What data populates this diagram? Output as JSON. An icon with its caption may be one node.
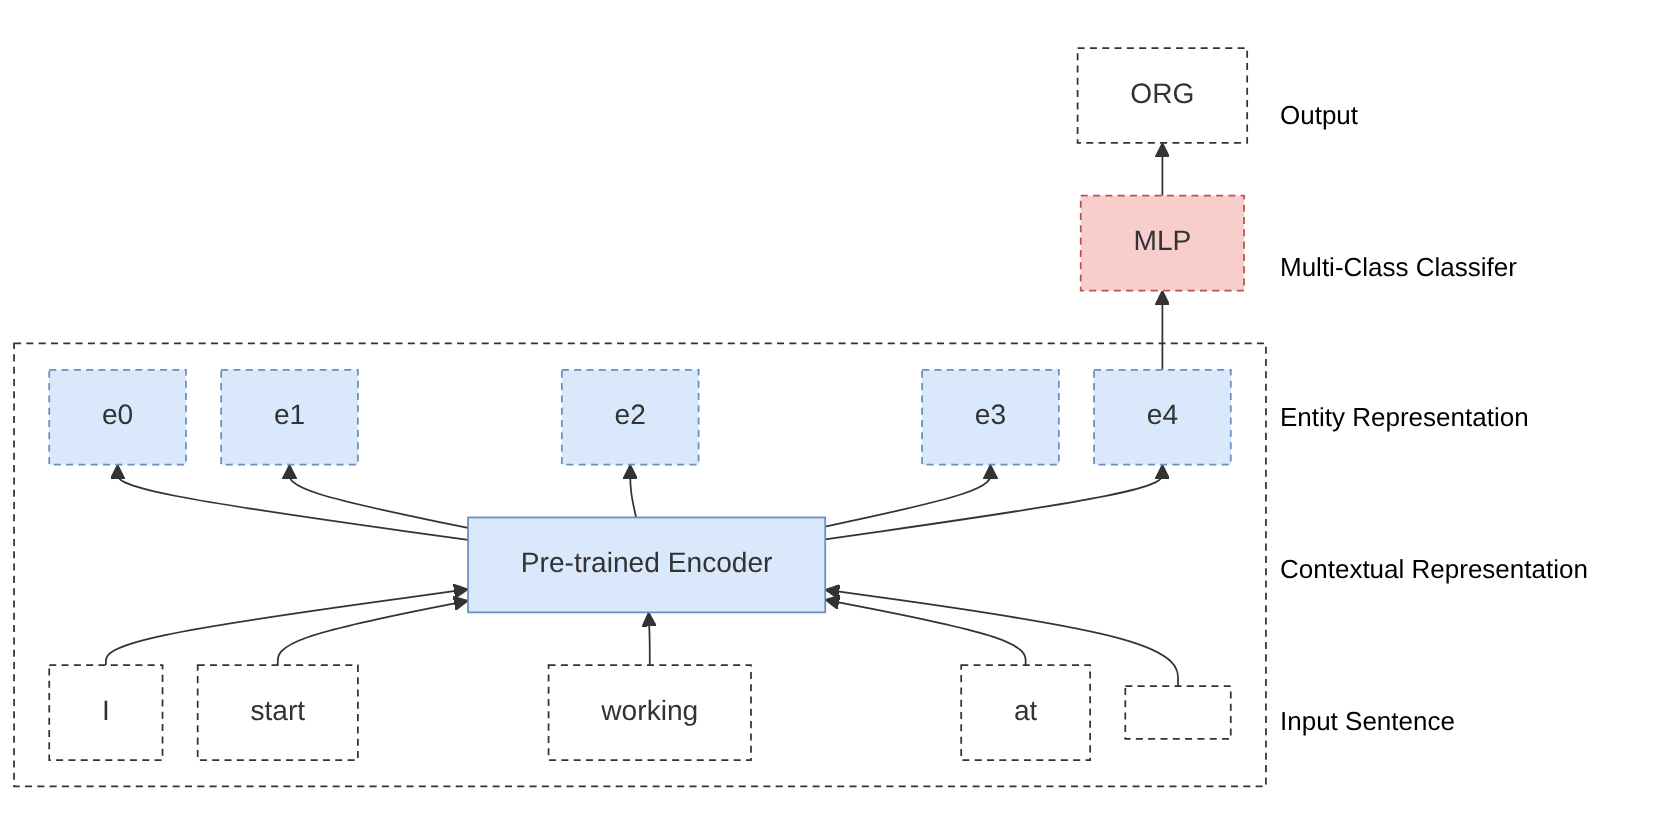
{
  "diagram": {
    "nodes": [
      {
        "text": [
          "ORG"
        ]
      },
      {
        "text": [
          "MLP"
        ]
      },
      {
        "text": [],
        "shape": "box"
      },
      {
        "text": [
          "e0"
        ],
        "in": 2
      },
      {
        "text": [
          "e1"
        ],
        "in": 2
      },
      {
        "text": [
          "e2"
        ],
        "in": 2
      },
      {
        "text": [
          "e3"
        ],
        "in": 2
      },
      {
        "text": [
          "e4"
        ],
        "in": 2
      },
      {
        "text": [
          "Pre-trained Encoder"
        ],
        "in": 2
      },
      {
        "text": [
          "I"
        ],
        "in": 2
      },
      {
        "text": [
          "start"
        ],
        "in": 2
      },
      {
        "text": [
          "working"
        ],
        "in": 2
      },
      {
        "text": [
          "at"
        ],
        "in": 2
      },
      {
        "text": [],
        "shape": "box",
        "in": 2
      }
    ],
    "edges": [
      {
        "from": 1,
        "to": 0,
        "arrow": "to"
      },
      {
        "from": 7,
        "to": 1,
        "arrow": "to"
      },
      {
        "from": 8,
        "to": 3,
        "arrow": "to"
      },
      {
        "from": 8,
        "to": 4,
        "arrow": "to"
      },
      {
        "from": 8,
        "to": 5,
        "arrow": "to"
      },
      {
        "from": 8,
        "to": 6,
        "arrow": "to"
      },
      {
        "from": 8,
        "to": 7,
        "arrow": "to"
      },
      {
        "from": 9,
        "to": 8,
        "arrow": "to"
      },
      {
        "from": 10,
        "to": 8,
        "arrow": "to"
      },
      {
        "from": 11,
        "to": 8,
        "arrow": "to"
      },
      {
        "from": 12,
        "to": 8,
        "arrow": "to"
      },
      {
        "from": 13,
        "to": 8,
        "arrow": "to"
      }
    ],
    "labels": [
      "Output",
      "Multi-Class Classifer",
      "Entity Representation",
      "Contextual Representation",
      "Input Sentence"
    ]
  }
}
